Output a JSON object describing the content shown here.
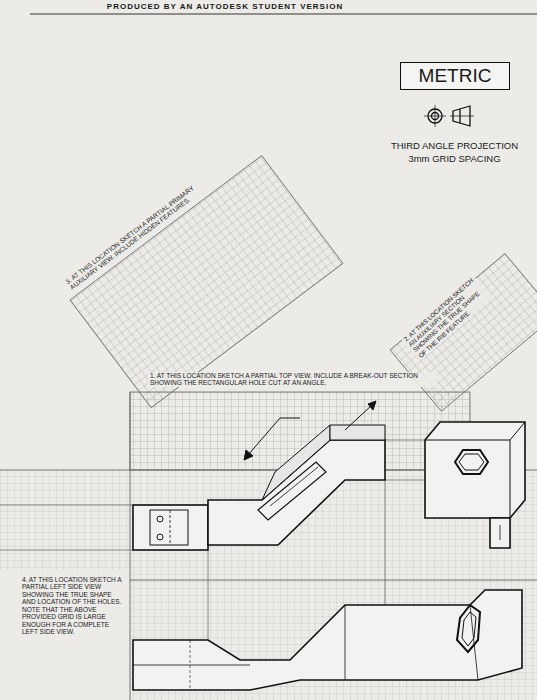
{
  "diagram": {
    "nodes": [
      {
        "text": [
          "METRIC"
        ]
      }
    ],
    "labels": [
      "PRODUCED BY AN AUTODESK STUDENT VERSION",
      "THIRD ANGLE PROJECTION",
      "3mm GRID SPACING",
      "3. AT THIS LOCATION SKETCH A PARTIAL PRIMARY AUXILIARY VIEW. INCLUDE HIDDEN FEATURES.",
      "2. AT THIS LOCATION SKETCH AN AUXILIARY SECTION SHOWING THE TRUE SHAPE OF THE RIB FEATURE.",
      "1. AT THIS LOCATION SKETCH A PARTIAL TOP VIEW. INCLUDE A BREAK-OUT SECTION SHOWING THE RECTANGULAR HOLE CUT AT AN ANGLE.",
      "4. AT THIS LOCATION SKETCH A PARTIAL LEFT SIDE VIEW SHOWING THE TRUE SHAPE AND LOCATION OF THE HOLES. NOTE THAT THE ABOVE PROVIDED GRID IS LARGE ENOUGH FOR A COMPLETE LEFT SIDE VIEW."
    ]
  }
}
